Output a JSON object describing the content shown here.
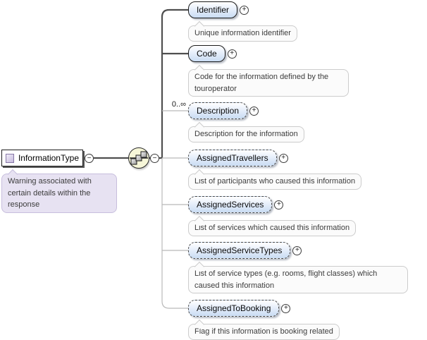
{
  "diagram": {
    "root": {
      "label": "InformationType",
      "annotation": "Warning associated with certain details within the response"
    },
    "compositor": {
      "type": "sequence"
    },
    "symbols": {
      "collapse": "−",
      "expand": "+"
    },
    "children": [
      {
        "name": "Identifier",
        "annotation": "Unique information identifier",
        "optional": false
      },
      {
        "name": "Code",
        "annotation": "Code for the information defined by the touroperator",
        "optional": false
      },
      {
        "name": "Description",
        "annotation": "Description for the information",
        "optional": true,
        "occurrence": "0..∞"
      },
      {
        "name": "AssignedTravellers",
        "annotation": "List of participants who caused this information",
        "optional": true
      },
      {
        "name": "AssignedServices",
        "annotation": "List of services which caused this information",
        "optional": true
      },
      {
        "name": "AssignedServiceTypes",
        "annotation": "List of service types (e.g. rooms, flight classes) which caused this information",
        "optional": true
      },
      {
        "name": "AssignedToBooking",
        "annotation": "Flag if this information is booking related",
        "optional": true
      }
    ],
    "colors": {
      "pill_top": "#ffffff",
      "pill_bottom": "#c9dcf3",
      "compositor_fill": "#f6f6d8",
      "root_annotation_fill": "#e7e2f2",
      "annotation_fill": "#fbfbfb",
      "wire_dark": "#4f4f4f",
      "wire_light": "#b9b9b9"
    }
  }
}
